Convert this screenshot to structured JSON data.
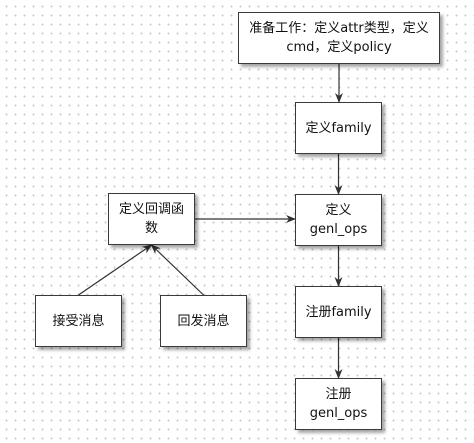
{
  "nodes": {
    "prepare": {
      "label": "准备工作：定义attr类型，定义\ncmd，定义policy"
    },
    "define_family": {
      "label": "定义family"
    },
    "define_genl_ops": {
      "label": "定义\ngenl_ops"
    },
    "register_family": {
      "label": "注册family"
    },
    "register_genl_ops": {
      "label": "注册\ngenl_ops"
    },
    "define_callback": {
      "label": "定义回调函\n数"
    },
    "receive_message": {
      "label": "接受消息"
    },
    "reply_message": {
      "label": "回发消息"
    }
  },
  "edges": [
    {
      "from": "prepare",
      "to": "define_family"
    },
    {
      "from": "define_family",
      "to": "define_genl_ops"
    },
    {
      "from": "define_genl_ops",
      "to": "register_family"
    },
    {
      "from": "register_family",
      "to": "register_genl_ops"
    },
    {
      "from": "define_callback",
      "to": "define_genl_ops"
    },
    {
      "from": "receive_message",
      "to": "define_callback"
    },
    {
      "from": "reply_message",
      "to": "define_callback"
    }
  ]
}
